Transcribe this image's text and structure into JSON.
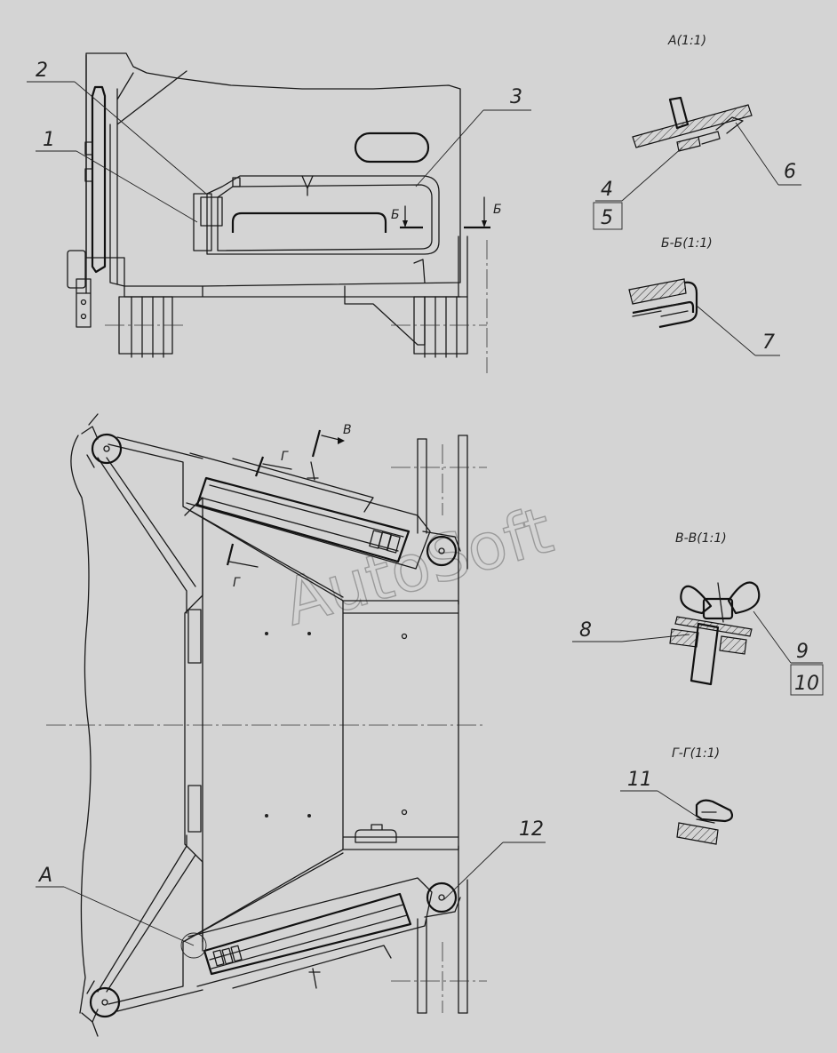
{
  "drawing": {
    "view_titles": {
      "a": "А(1:1)",
      "bb": "Б-Б(1:1)",
      "vv": "В-В(1:1)",
      "gg": "Г-Г(1:1)"
    },
    "callouts": [
      "1",
      "2",
      "3",
      "4",
      "5",
      "6",
      "7",
      "8",
      "9",
      "10",
      "11",
      "12"
    ],
    "section_marks": {
      "b": "Б",
      "v": "В",
      "g": "Г",
      "a": "А"
    },
    "watermark": "AutoSoft"
  }
}
